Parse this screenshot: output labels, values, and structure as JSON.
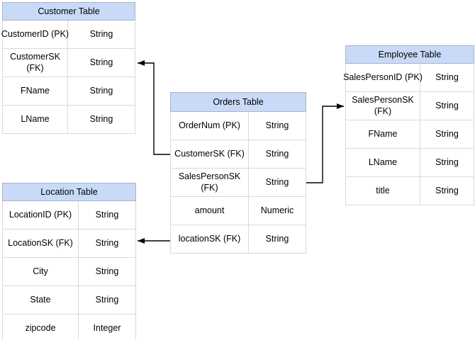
{
  "diagram": {
    "colors": {
      "header_fill": "#c9daf8",
      "header_border": "#a7b3cb",
      "cell_border": "#d9d9d9",
      "connector": "#000000",
      "text": "#000000",
      "background": "#ffffff"
    },
    "tables": {
      "customer": {
        "title": "Customer Table",
        "rows": [
          {
            "field": "CustomerID (PK)",
            "type": "String"
          },
          {
            "field": "CustomerSK\n(FK)",
            "type": "String"
          },
          {
            "field": "FName",
            "type": "String"
          },
          {
            "field": "LName",
            "type": "String"
          }
        ]
      },
      "orders": {
        "title": "Orders Table",
        "rows": [
          {
            "field": "OrderNum (PK)",
            "type": "String"
          },
          {
            "field": "CustomerSK (FK)",
            "type": "String"
          },
          {
            "field": "SalesPersonSK\n(FK)",
            "type": "String"
          },
          {
            "field": "amount",
            "type": "Numeric"
          },
          {
            "field": "locationSK (FK)",
            "type": "String"
          }
        ]
      },
      "employee": {
        "title": "Employee Table",
        "rows": [
          {
            "field": "SalesPersonID (PK)",
            "type": "String"
          },
          {
            "field": "SalesPersonSK\n(FK)",
            "type": "String"
          },
          {
            "field": "FName",
            "type": "String"
          },
          {
            "field": "LName",
            "type": "String"
          },
          {
            "field": "title",
            "type": "String"
          }
        ]
      },
      "location": {
        "title": "Location Table",
        "rows": [
          {
            "field": "LocationID (PK)",
            "type": "String"
          },
          {
            "field": "LocationSK (FK)",
            "type": "String"
          },
          {
            "field": "City",
            "type": "String"
          },
          {
            "field": "State",
            "type": "String"
          },
          {
            "field": "zipcode",
            "type": "Integer"
          }
        ]
      }
    },
    "relationships": [
      {
        "from": "Orders Table.CustomerSK (FK)",
        "to": "Customer Table.CustomerSK (FK)"
      },
      {
        "from": "Orders Table.SalesPersonSK (FK)",
        "to": "Employee Table.SalesPersonSK (FK)"
      },
      {
        "from": "Orders Table.locationSK (FK)",
        "to": "Location Table.LocationSK (FK)"
      }
    ]
  }
}
